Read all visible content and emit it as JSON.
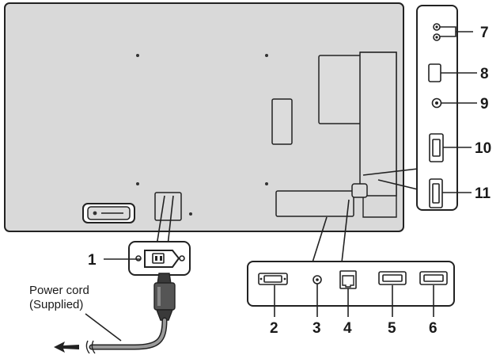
{
  "callouts": {
    "n1": "1",
    "n2": "2",
    "n3": "3",
    "n4": "4",
    "n5": "5",
    "n6": "6",
    "n7": "7",
    "n8": "8",
    "n9": "9",
    "n10": "10",
    "n11": "11"
  },
  "power_cord": {
    "line1": "Power cord",
    "line2": "(Supplied)"
  },
  "colors": {
    "panel_fill": "#d9d9d9",
    "stroke": "#222222",
    "callout_text": "#1a1a1a"
  }
}
